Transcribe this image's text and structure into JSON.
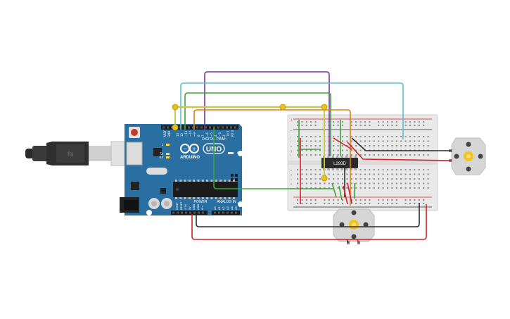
{
  "arduino": {
    "brand": "ARDUINO",
    "model": "UNO",
    "digital_label": "DIGITAL PWM~",
    "power_label": "POWER",
    "analog_label": "ANALOG IN",
    "aref_label": "AREF",
    "gnd_label": "GND",
    "on_label": "ON",
    "tx_label": "TX",
    "rx_label": "RX",
    "l_label": "L",
    "digital_pins": [
      "13",
      "12",
      "~11",
      "~10",
      "~9",
      "8",
      "7",
      "~6",
      "~5",
      "4",
      "~3",
      "2",
      "TX 1",
      "RX 0"
    ],
    "power_pins": [
      "IOREF",
      "RESET",
      "3.3V",
      "5V",
      "GND",
      "GND",
      "Vin"
    ],
    "analog_pins": [
      "A0",
      "A1",
      "A2",
      "A3",
      "A4",
      "A5"
    ]
  },
  "chip": {
    "label": "L293D"
  },
  "breadboard": {
    "row_letters_top": [
      "j",
      "i",
      "h",
      "g",
      "f"
    ],
    "row_letters_bottom": [
      "e",
      "d",
      "c",
      "b",
      "a"
    ],
    "rail_plus": "+",
    "rail_minus": "-",
    "column_count": 30
  },
  "colors": {
    "board": "#2a6fa1",
    "board_dark": "#1f5a86",
    "breadboard": "#e9e9e9",
    "chip": "#2b2b2b",
    "wire_purple": "#7a2fa0",
    "wire_cyan": "#5bc0c8",
    "wire_green": "#3aa63a",
    "wire_yellow": "#c8c84a",
    "wire_orange": "#e07b18",
    "wire_red": "#d42020",
    "wire_black": "#2a2a2a",
    "junction": "#e8c21a",
    "motor_body": "#d6d6d6",
    "motor_gear": "#f2c31a"
  }
}
